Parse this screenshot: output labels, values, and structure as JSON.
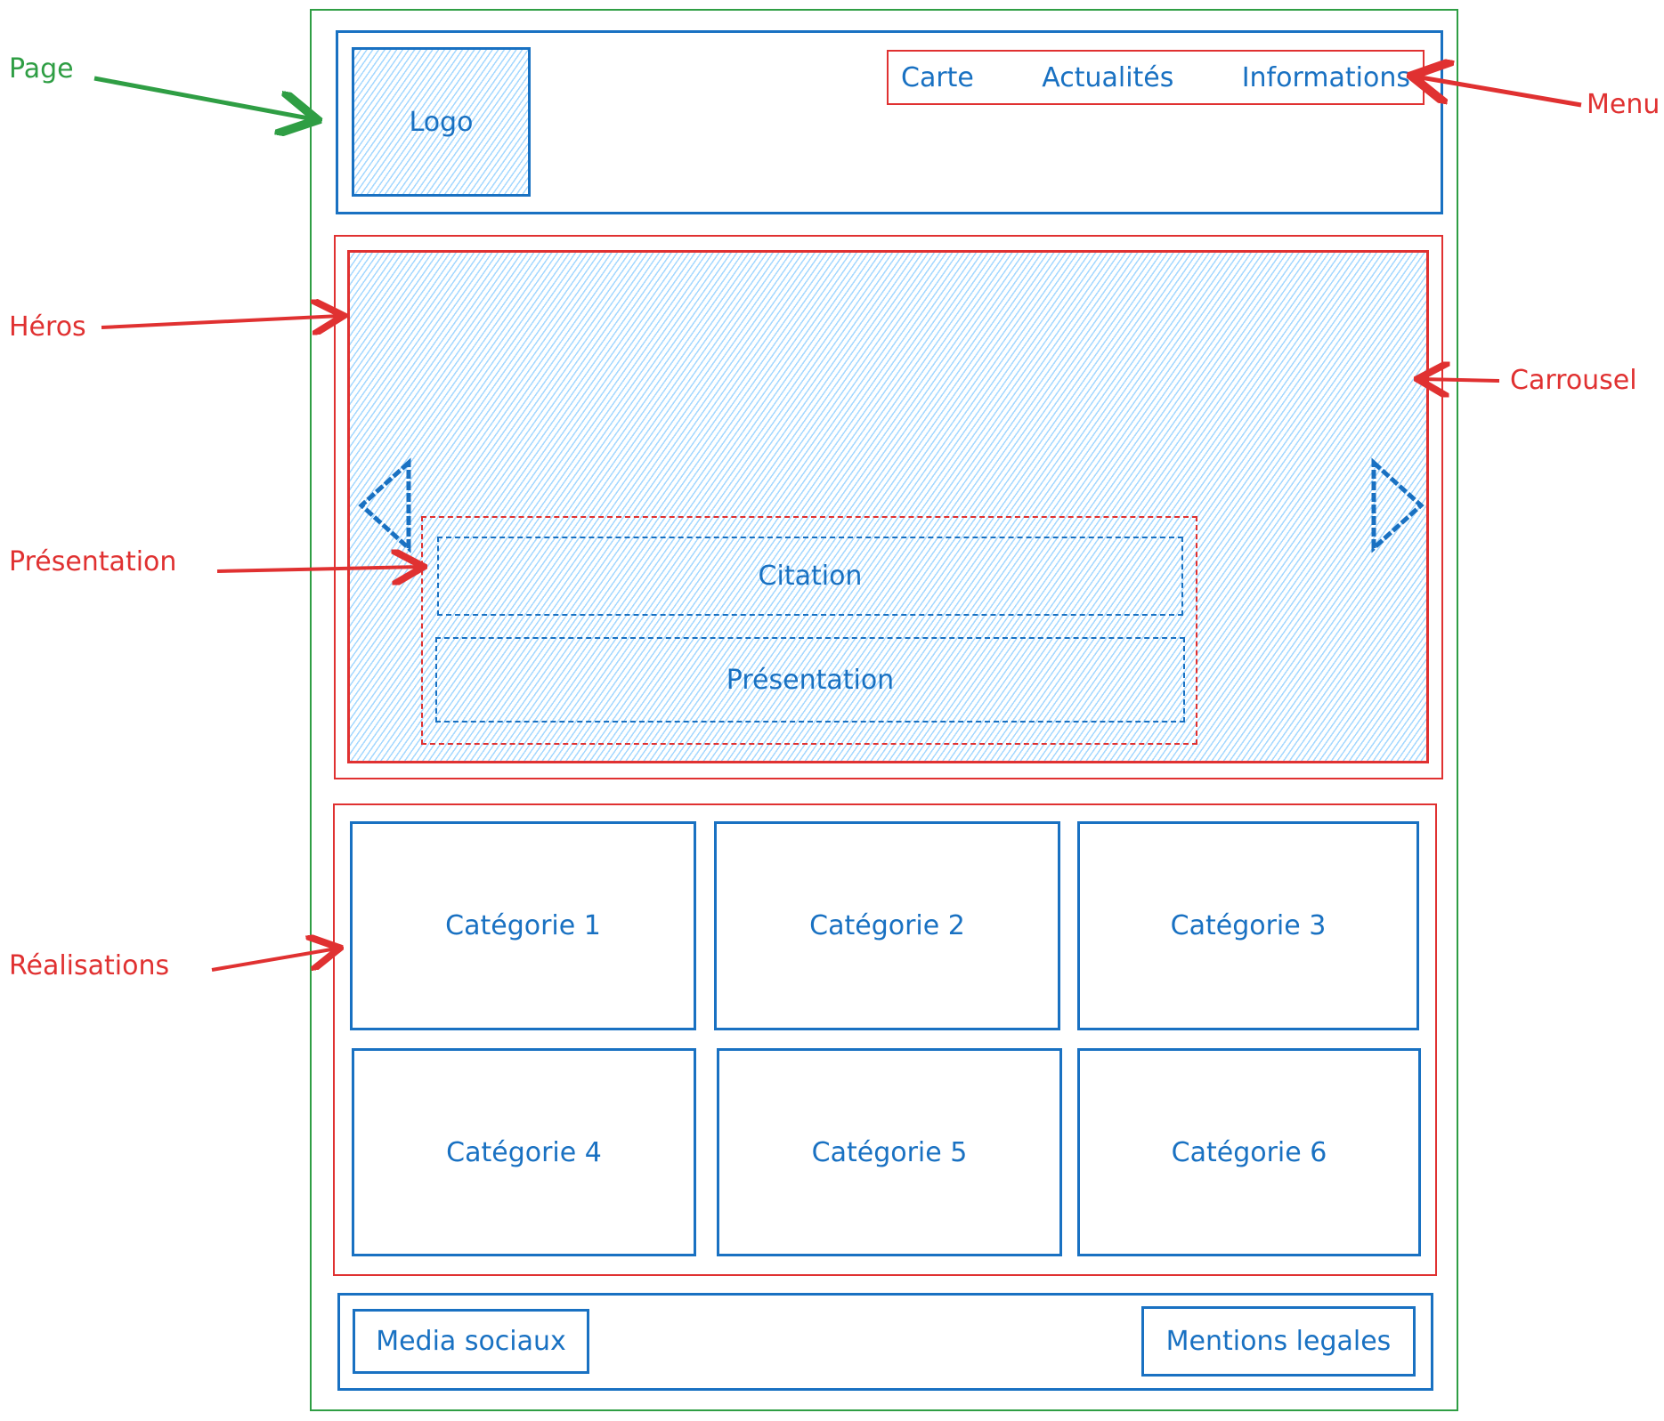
{
  "annotations": {
    "page": "Page",
    "menu": "Menu",
    "heros": "Héros",
    "carrousel": "Carrousel",
    "presentation": "Présentation",
    "realisations": "Réalisations"
  },
  "header": {
    "logo": "Logo",
    "menu_items": [
      "Carte",
      "Actualités",
      "Informations"
    ]
  },
  "hero": {
    "carousel": {
      "prev_icon": "triangle-left-icon",
      "next_icon": "triangle-right-icon"
    },
    "presentation": {
      "citation": "Citation",
      "presentation": "Présentation"
    }
  },
  "realisations": {
    "categories": [
      "Catégorie 1",
      "Catégorie 2",
      "Catégorie 3",
      "Catégorie 4",
      "Catégorie 5",
      "Catégorie 6"
    ]
  },
  "footer": {
    "social": "Media sociaux",
    "legal": "Mentions legales"
  },
  "colors": {
    "page": "#2f9e44",
    "component": "#1971c2",
    "annotation": "#e03131",
    "hatch": "#a5d8ff"
  }
}
